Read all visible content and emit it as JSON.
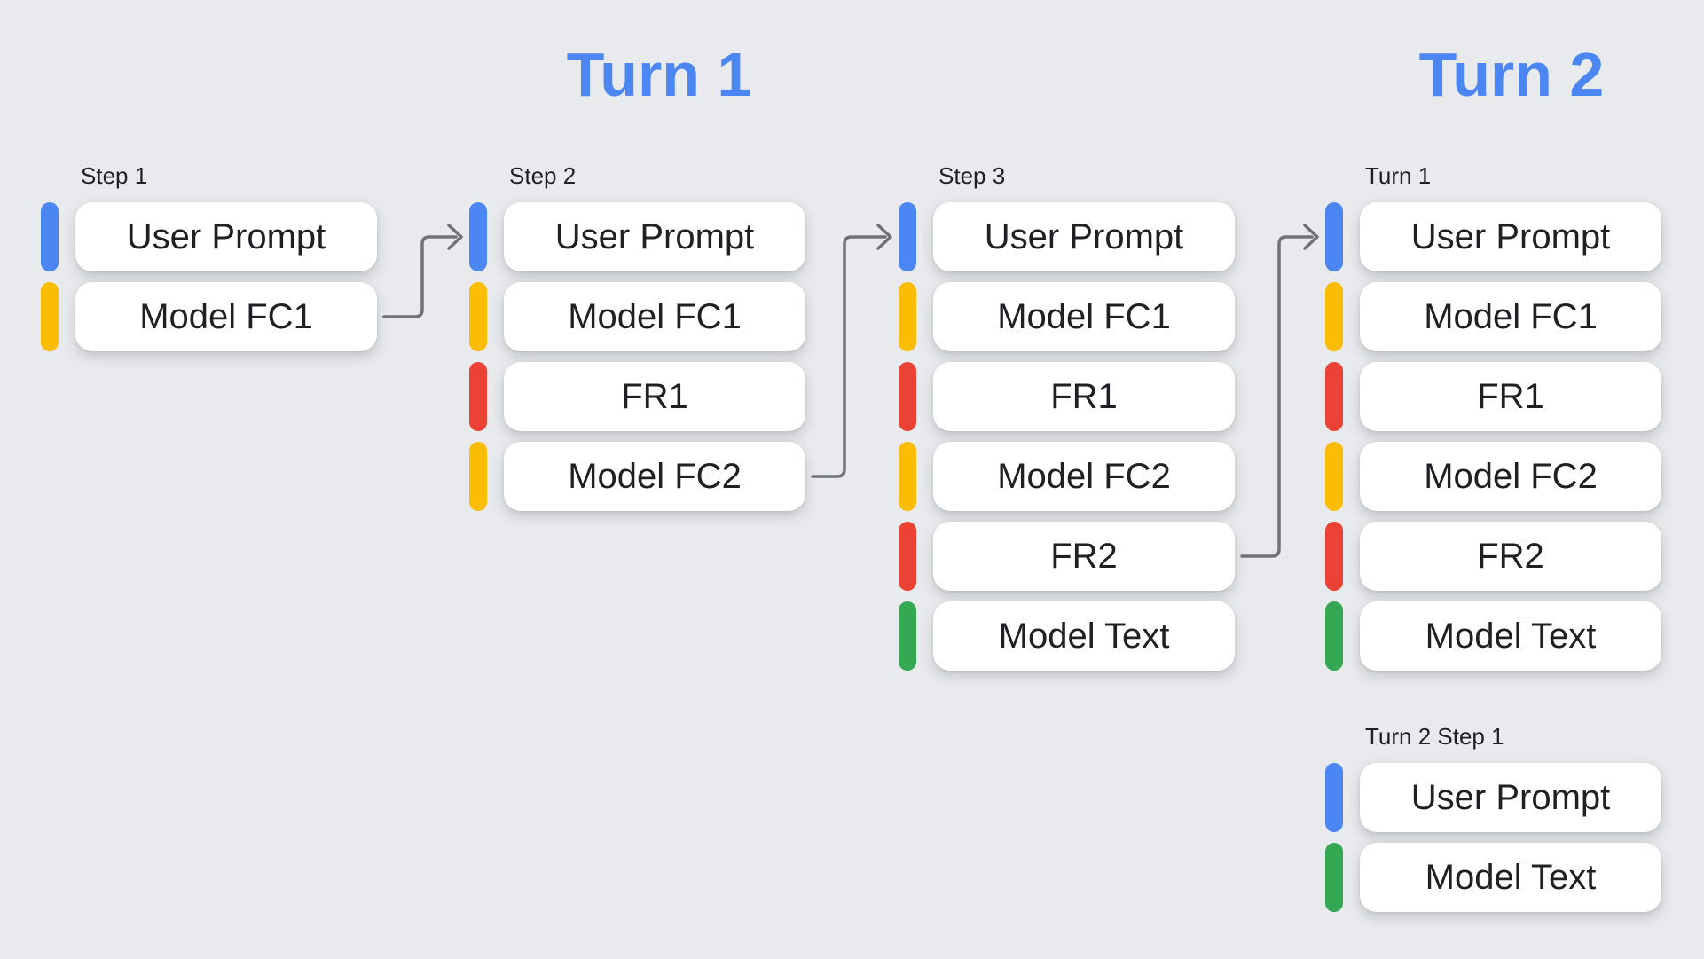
{
  "turn_titles": {
    "turn1": "Turn 1",
    "turn2": "Turn 2"
  },
  "columns": [
    {
      "label": "Step 1",
      "cards": [
        {
          "label": "User Prompt",
          "color": "#4C86F2"
        },
        {
          "label": "Model FC1",
          "color": "#FBBC04"
        }
      ]
    },
    {
      "label": "Step 2",
      "cards": [
        {
          "label": "User Prompt",
          "color": "#4C86F2"
        },
        {
          "label": "Model FC1",
          "color": "#FBBC04"
        },
        {
          "label": "FR1",
          "color": "#EA4335"
        },
        {
          "label": "Model FC2",
          "color": "#FBBC04"
        }
      ]
    },
    {
      "label": "Step 3",
      "cards": [
        {
          "label": "User Prompt",
          "color": "#4C86F2"
        },
        {
          "label": "Model FC1",
          "color": "#FBBC04"
        },
        {
          "label": "FR1",
          "color": "#EA4335"
        },
        {
          "label": "Model FC2",
          "color": "#FBBC04"
        },
        {
          "label": "FR2",
          "color": "#EA4335"
        },
        {
          "label": "Model Text",
          "color": "#34A853"
        }
      ]
    },
    {
      "label": "Turn 1",
      "cards": [
        {
          "label": "User Prompt",
          "color": "#4C86F2"
        },
        {
          "label": "Model FC1",
          "color": "#FBBC04"
        },
        {
          "label": "FR1",
          "color": "#EA4335"
        },
        {
          "label": "Model FC2",
          "color": "#FBBC04"
        },
        {
          "label": "FR2",
          "color": "#EA4335"
        },
        {
          "label": "Model Text",
          "color": "#34A853"
        }
      ]
    },
    {
      "label": "Turn 2 Step 1",
      "cards": [
        {
          "label": "User Prompt",
          "color": "#4C86F2"
        },
        {
          "label": "Model Text",
          "color": "#34A853"
        }
      ]
    }
  ],
  "arrows": [
    {
      "from": "Step 1 / Model FC1",
      "to": "Step 2 / User Prompt"
    },
    {
      "from": "Step 2 / Model FC2",
      "to": "Step 3 / User Prompt"
    },
    {
      "from": "Step 3 / FR2",
      "to": "Turn 1 / User Prompt"
    }
  ],
  "colors": {
    "background": "#E8EAED",
    "title_blue": "#4C86F2",
    "user_prompt_blue": "#4C86F2",
    "model_fc_yellow": "#FBBC04",
    "function_response_red": "#EA4335",
    "model_text_green": "#34A853",
    "connector_gray": "#6F7377"
  }
}
